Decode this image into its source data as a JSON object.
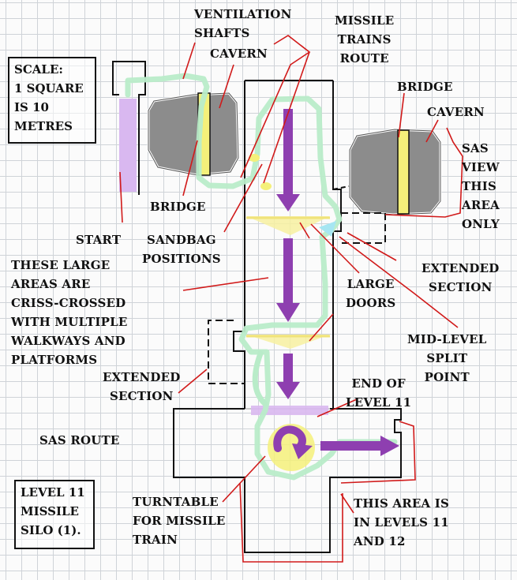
{
  "labels": {
    "ventilation_shafts": "VENTILATION\nSHAFTS",
    "cavern_left": "CAVERN",
    "missile_trains_route": "MISSILE\nTRAINS\nROUTE",
    "bridge_right": "BRIDGE",
    "cavern_right": "CAVERN",
    "sas_view": "SAS\nVIEW\nTHIS\nAREA\nONLY",
    "bridge_left": "BRIDGE",
    "start": "START",
    "sandbag_positions": "SANDBAG\nPOSITIONS",
    "extended_section_right": "EXTENDED\nSECTION",
    "large_areas": "THESE LARGE\nAREAS ARE\nCRISS-CROSSED\nWITH MULTIPLE\nWALKWAYS AND\nPLATFORMS",
    "large_doors": "LARGE\nDOORS",
    "mid_level_split": "MID-LEVEL\nSPLIT\nPOINT",
    "extended_section_left": "EXTENDED\nSECTION",
    "end_of_level": "END OF\nLEVEL 11",
    "sas_route": "SAS ROUTE",
    "turntable": "TURNTABLE\nFOR MISSILE\nTRAIN",
    "levels_11_12": "THIS AREA IS\nIN LEVELS 11\nAND 12"
  },
  "scale_box": "SCALE:\n1 SQUARE\nIS 10\nMETRES",
  "title_box": "LEVEL 11\nMISSILE\nSILO (1).",
  "colors": {
    "walls": "#111111",
    "cavern": "#8c8c8c",
    "bridge": "#f4f07a",
    "sas_route": "#b9ecc9",
    "missile_route": "#8e3fb0",
    "callout": "#d11a1a",
    "start_zone": "#d9b8f0",
    "doors": "#f7f0a0",
    "split_point": "#a6e6f2"
  }
}
